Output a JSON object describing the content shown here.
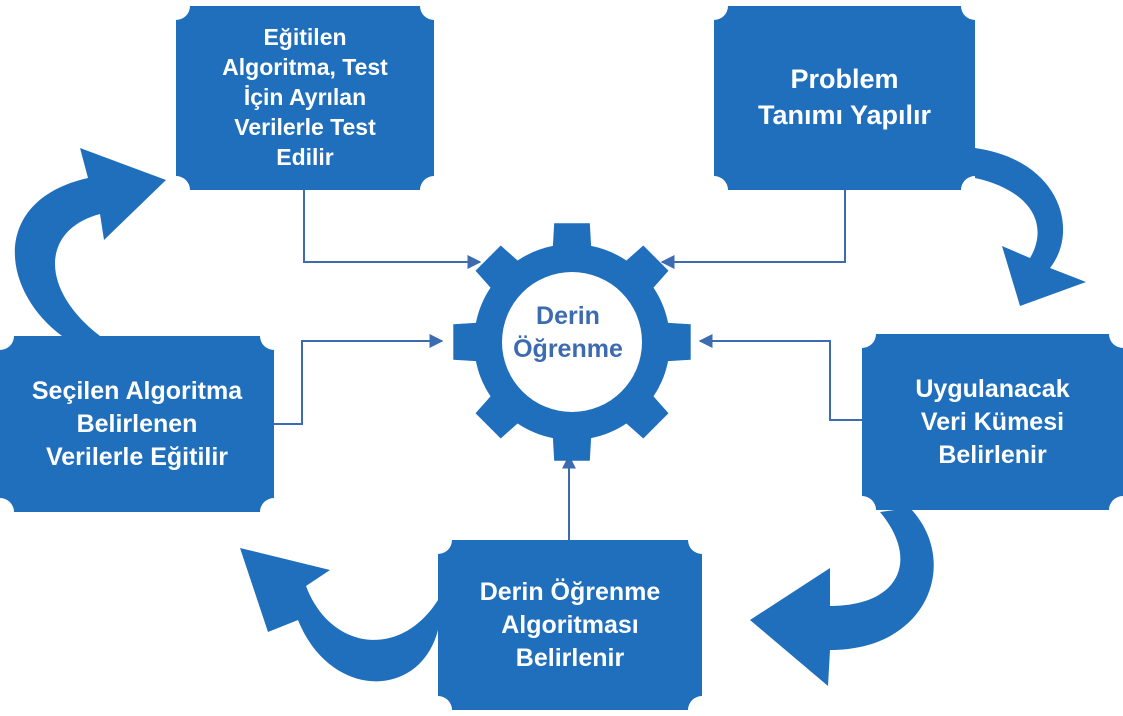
{
  "center": {
    "label": "Derin\nÖğrenme"
  },
  "steps": {
    "problem": "Problem\nTanımı Yapılır",
    "dataset": "Uygulanacak\nVeri Kümesi\nBelirlenir",
    "algorithm": "Derin Öğrenme\nAlgoritması\nBelirlenir",
    "train": "Seçilen Algoritma\nBelirlenen\nVerilerle Eğitilir",
    "test": "Eğitilen\nAlgoritma, Test\nİçin Ayrılan\nVerilerle Test\nEdilir"
  },
  "colors": {
    "box": "#1f6fbd",
    "arrow": "#1f6fbd",
    "connector": "#3d6bb0",
    "gear": "#1f6fbd"
  }
}
